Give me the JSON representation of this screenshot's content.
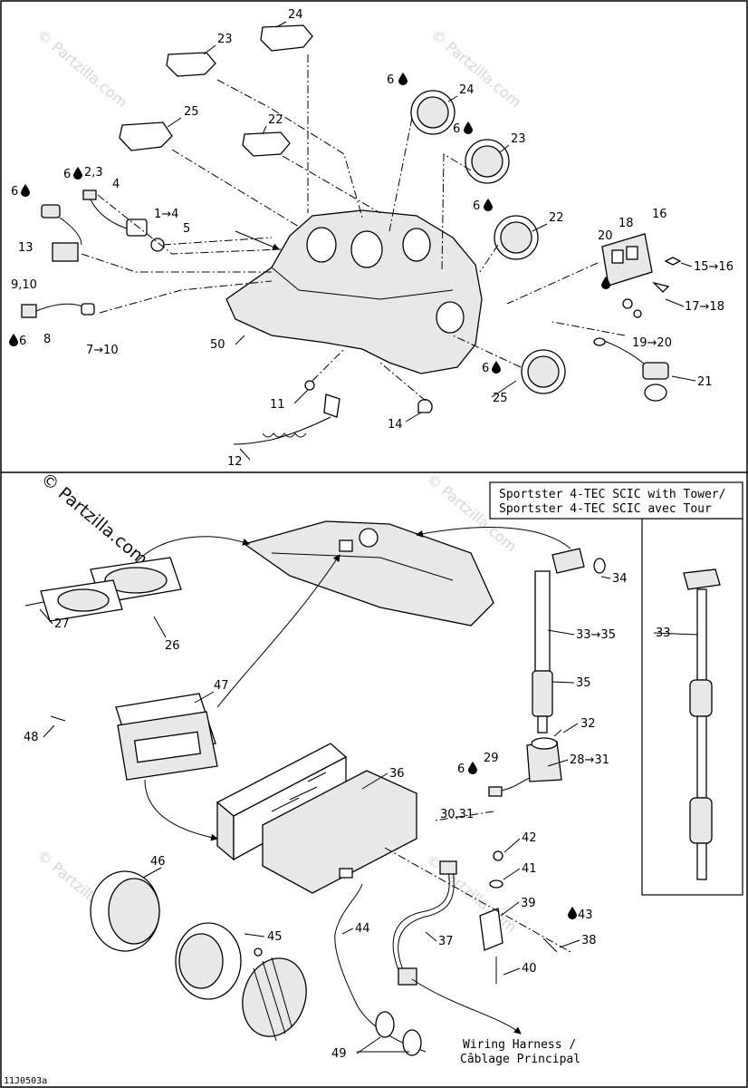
{
  "watermark": {
    "text": "© Partzilla.com"
  },
  "drawing_ref": "11J0503a",
  "top_section": {
    "callouts": [
      {
        "id": "c24a",
        "text": "24"
      },
      {
        "id": "c23a",
        "text": "23"
      },
      {
        "id": "c25a",
        "text": "25"
      },
      {
        "id": "c22a",
        "text": "22"
      },
      {
        "id": "c6a",
        "text": "6"
      },
      {
        "id": "c24b",
        "text": "24"
      },
      {
        "id": "c6b",
        "text": "6"
      },
      {
        "id": "c23b",
        "text": "23"
      },
      {
        "id": "c6c",
        "text": "6"
      },
      {
        "id": "c22b",
        "text": "22"
      },
      {
        "id": "c6d",
        "text": "6"
      },
      {
        "id": "c23c",
        "text": "2,3"
      },
      {
        "id": "c4",
        "text": "4"
      },
      {
        "id": "c6e",
        "text": "6"
      },
      {
        "id": "c14a",
        "text": "1→4"
      },
      {
        "id": "c5",
        "text": "5"
      },
      {
        "id": "c13",
        "text": "13"
      },
      {
        "id": "c910",
        "text": "9,10"
      },
      {
        "id": "c6f",
        "text": "6"
      },
      {
        "id": "c8",
        "text": "8"
      },
      {
        "id": "c710",
        "text": "7→10"
      },
      {
        "id": "c50",
        "text": "50"
      },
      {
        "id": "c20",
        "text": "20"
      },
      {
        "id": "c18",
        "text": "18"
      },
      {
        "id": "c16",
        "text": "16"
      },
      {
        "id": "c1516",
        "text": "15→16"
      },
      {
        "id": "c1718",
        "text": "17→18"
      },
      {
        "id": "c1920",
        "text": "19→20"
      },
      {
        "id": "c6g",
        "text": "6"
      },
      {
        "id": "c25b",
        "text": "25"
      },
      {
        "id": "c21",
        "text": "21"
      },
      {
        "id": "c11",
        "text": "11"
      },
      {
        "id": "c14b",
        "text": "14"
      },
      {
        "id": "c12",
        "text": "12"
      }
    ]
  },
  "bottom_section": {
    "tower_box_title_line1": "Sportster 4-TEC SCIC with Tower/",
    "tower_box_title_line2": "Sportster 4-TEC SCIC avec Tour",
    "wiring_note_line1": "Wiring Harness /",
    "wiring_note_line2": "Câblage Principal",
    "callouts": [
      {
        "id": "b34",
        "text": "34"
      },
      {
        "id": "b3335",
        "text": "33→35"
      },
      {
        "id": "b33",
        "text": "33"
      },
      {
        "id": "b35",
        "text": "35"
      },
      {
        "id": "b27",
        "text": "27"
      },
      {
        "id": "b26",
        "text": "26"
      },
      {
        "id": "b47",
        "text": "47"
      },
      {
        "id": "b48",
        "text": "48"
      },
      {
        "id": "b32",
        "text": "32"
      },
      {
        "id": "b29",
        "text": "29"
      },
      {
        "id": "b6",
        "text": "6"
      },
      {
        "id": "b2831",
        "text": "28→31"
      },
      {
        "id": "b3031",
        "text": "30,31"
      },
      {
        "id": "b36",
        "text": "36"
      },
      {
        "id": "b42",
        "text": "42"
      },
      {
        "id": "b41",
        "text": "41"
      },
      {
        "id": "b46",
        "text": "46"
      },
      {
        "id": "b39",
        "text": "39"
      },
      {
        "id": "b45",
        "text": "45"
      },
      {
        "id": "b43",
        "text": "43"
      },
      {
        "id": "b38",
        "text": "38"
      },
      {
        "id": "b44",
        "text": "44"
      },
      {
        "id": "b37",
        "text": "37"
      },
      {
        "id": "b40",
        "text": "40"
      },
      {
        "id": "b49",
        "text": "49"
      }
    ]
  }
}
